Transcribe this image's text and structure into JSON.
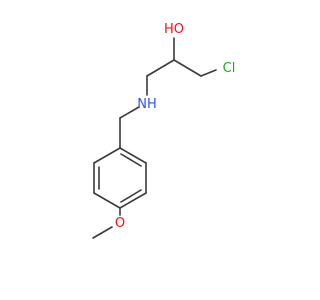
{
  "molecule": {
    "atoms": {
      "hydroxyl": "HO",
      "chlorine": "Cl",
      "amine": "NH",
      "methoxy_oxygen": "O"
    },
    "colors": {
      "bond": "#3a3a3a",
      "oxygen": "#ff0d0d",
      "chlorine": "#1fa81f",
      "nitrogen": "#3050f8"
    }
  }
}
